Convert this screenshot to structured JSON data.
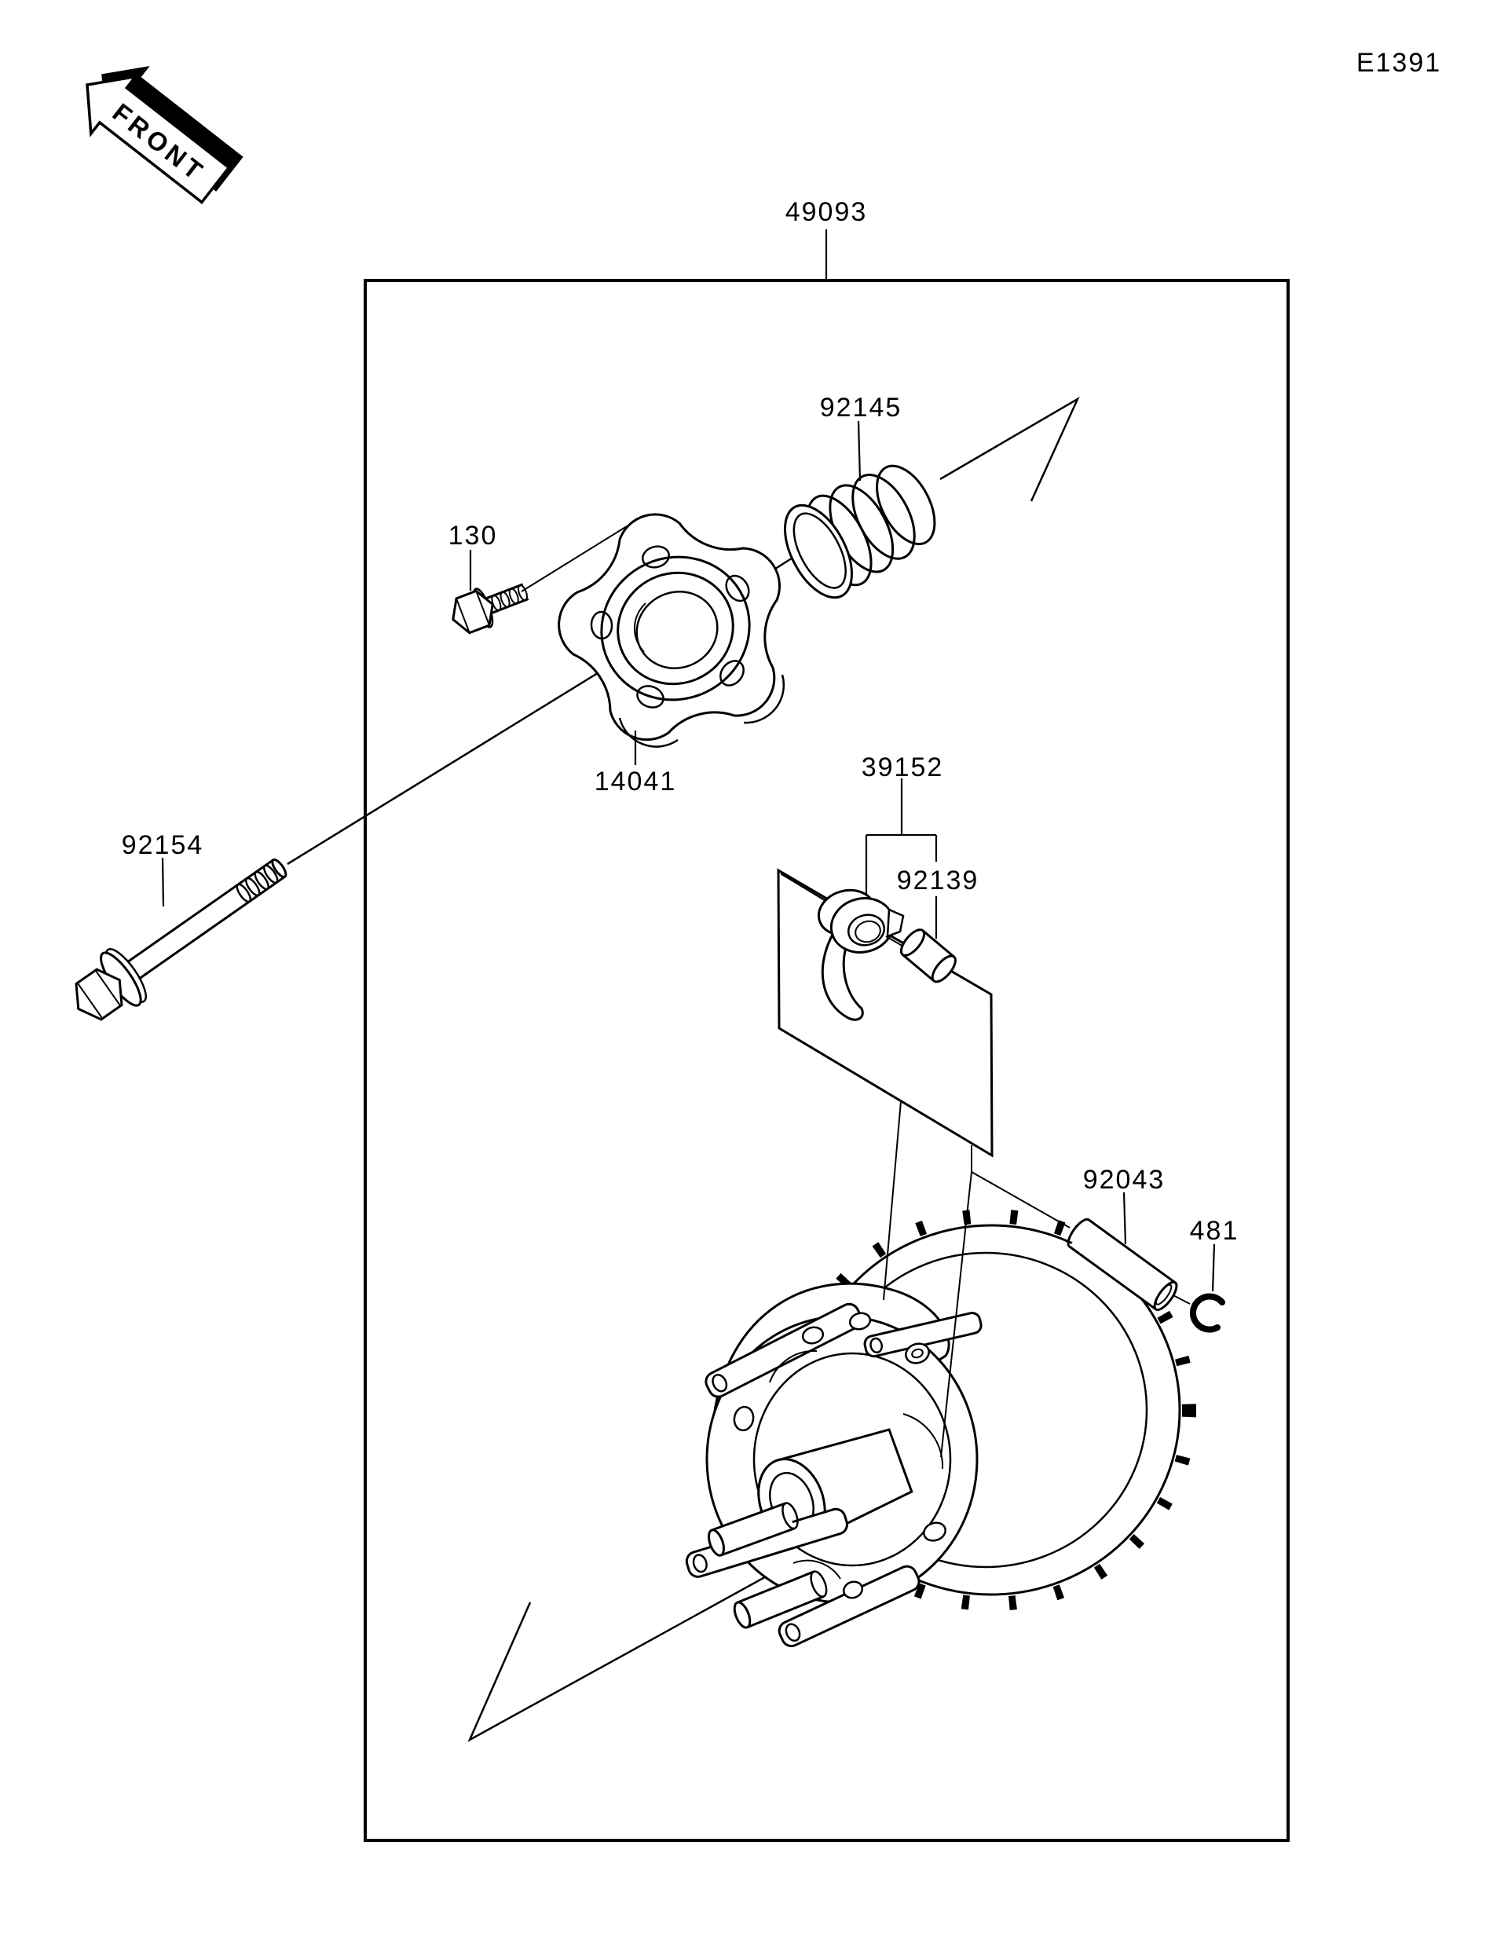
{
  "page_code": "E1391",
  "front_marker": "FRONT",
  "colors": {
    "line": "#000000",
    "background": "#ffffff"
  },
  "part_labels": {
    "assembly": "49093",
    "spring": "92145",
    "small_bolt": "130",
    "holder": "14041",
    "weight_set": "39152",
    "bushing": "92139",
    "long_bolt": "92154",
    "pin": "92043",
    "snap_ring": "481"
  }
}
